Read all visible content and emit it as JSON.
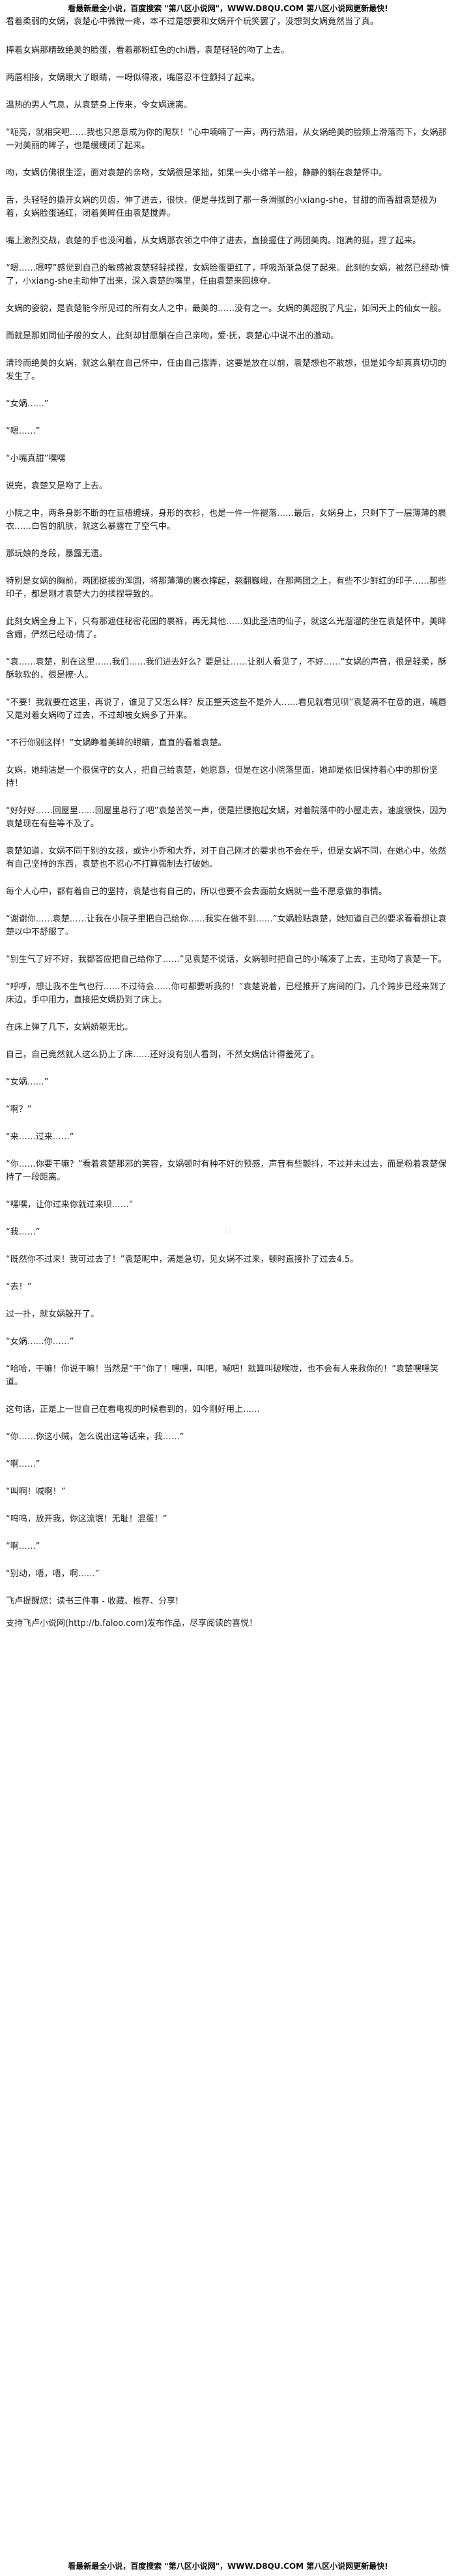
{
  "banner": {
    "top": "看最新最全小说，百度搜索 \"第八区小说网\"，WWW.D8QU.COM 第八区小说网更新最快!",
    "bottom": "看最新最全小说，百度搜索 \"第八区小说网\"，WWW.D8QU.COM 第八区小说网更新最快!"
  },
  "paragraphs": [
    "看着柔弱的女娲，袁楚心中微微一疼，本不过是想要和女娲开个玩笑罢了，没想到女娲竟然当了真。",
    "捧着女娲那精致绝美的脸蛋，看着那粉红色的chi唇，袁楚轻轻的吻了上去。",
    "两唇相接，女娲眼大了眼睛，一呀似得液，嘴唇忍不住颤抖了起来。",
    "温热的男人气息，从袁楚身上传来，令女娲迷离。",
    "“呃亮，就相突吧……我也只愿意成为你的爬灰！”心中喃喃了一声，两行热泪，从女娲绝美的脸颊上滑落而下，女娲那一对美丽的眸子，也是缓缓闭了起来。",
    "吻，女娲仿佛很生涩，面对袁楚的亲吻，女娲很是笨拙，如果一头小绵羊一般，静静的躺在袁楚怀中。",
    "舌，头轻轻的撬开女娲的贝齿，伸了进去，很快，便是寻找到了那一条滑腻的小xiang-she，甘甜的而香甜袁楚极为着，女娲脸蛋通红，闭着美眸任由袁楚搅弄。",
    "嘴上激烈交战，袁楚的手也没闲着，从女娲那衣领之中伸了进去，直接握住了两团美肉。饱满的挺，捏了起来。",
    "“嗯……嗯哼”感觉到自己的敏感被袁楚轻轻揉捏，女娲脸蛋更红了，呼吸渐渐急促了起来。此刻的女娲，被然已经动·情了，小xiang-she主动伸了出来，深入袁楚的嘴里，任由袁楚来回掠夺。",
    "女娲的姿貌，是袁楚能今所见过的所有女人之中，最美的……没有之一。女娲的美超脱了凡尘，如同天上的仙女一般。",
    "而就是那如同仙子般的女人，此刻却甘愿躺在自己亲吻，爱·抚，袁楚心中说不出的激动。",
    "清玲而绝美的女娲，就这么躺在自己怀中，任由自己摆弄，这要是放在以前，袁楚想也不敢想，但是如今却真真切切的发生了。",
    "“女娲……”",
    "“嗯……”",
    "“小嘴真甜”嘿嘿",
    "说完，袁楚又是吻了上去。",
    "小院之中，两条身影不断的在亘梧缠绕，身形的衣衫，也是一件一件褪落……最后，女娲身上，只剩下了一层薄薄的裹衣……白皙的肌肤，就这么暴露在了空气中。",
    "那玩娘的身段，暴露无遗。",
    "特别是女娲的胸前，两团挺拔的浑圆，将那薄薄的裹衣撑起，翘翻巍峨，在那两团之上，有些不少鲜红的印子……那些印子，都是刚才袁楚大力的揉捏导致的。",
    "此刻女娲全身上下，只有那遮住秘密花园的裹裤，再无其他……如此圣洁的仙子，就这么光溜溜的坐在袁楚怀中，美眸含媚，俨然已经动·情了。",
    "“袁……袁楚，别在这里……我们……我们进去好么？要是让……让别人看见了，不好……”女娲的声音，很是轻柔，酥酥软软的，很是撩·人。",
    "“不要！我就要在这里，再说了，谁见了又怎么样？反正整天这些不是外人……看见就看见呗”袁楚满不在意的道，嘴唇又是对着女娲吻了过去，不过却被女娲多了开来。",
    "“不行你别这样！”女娲睁着美眸的眼睛，直直的看着袁楚。",
    "女娲，她纯洁是一个很保守的女人，把自己给袁楚，她愿意，但是在这小院落里面，她却是依旧保持着心中的那份坚持！",
    "“好好好……回屋里……回屋里总行了吧”袁楚苦笑一声，便是拦腰抱起女娲，对着院落中的小屋走去，速度很快，因为袁楚现在有些等不及了。",
    "袁楚知道，女娲不同于别的女孩，或许小乔和大乔，对于自己刚才的要求也不会在乎，但是女娲不同，在她心中，依然有自己坚持的东西，袁楚也不忍心不打算强制去打破她。",
    "每个人心中，都有着自己的坚持，袁楚也有自己的，所以也要不会去面前女娲就一些不愿意做的事情。",
    "“谢谢你……袁楚……让我在小院子里把自己给你……我实在做不到……”女娲脸贴袁楚，她知道自己的要求看看想让袁楚以中不舒服了。",
    "“别生气了好不好，我都答应把自己给你了……”见袁楚不说话，女娲顿时把自己的小嘴凑了上去，主动吻了袁楚一下。",
    "“呼呼，想让我不生气也行……不过待会……你可都要听我的！”袁楚说着，已经推开了房间的门，几个跨步已经来到了床边，手中用力，直接把女娲扔到了床上。",
    "在床上弹了几下，女娲娇躯无比。",
    "自己，自己竟然就人这么扔上了床……还好没有别人看到，不然女娲估计得羞死了。",
    "“女娲……”",
    "“啊？”",
    "“来……过来……”",
    "“你……你要干嘛？”看着袁楚那邪的笑容，女娲顿时有种不好的预感，声音有些颤抖，不过并未过去，而是粉着袁楚保持了一段距离。",
    "“嘿嘿，让你过来你就过来呗……”",
    "“我……”",
    "“既然你不过来！我可过去了！”袁楚昵中，满是急切，见女娲不过来，顿时直接扑了过去4.5。",
    "“去！”",
    "过一扑，就女娲躲开了。",
    "“女娲……你……”",
    "“哈哈，干嘛！你说干嘛！当然是“干”你了！嘿嘿，叫吧，喊吧！就算叫破喉咙，也不会有人来救你的！”袁楚嘿嘿笑道。",
    "这句话，正是上一世自己在看电视的时候看到的，如今刚好用上……",
    "“你……你这小贼，怎么说出这等话来，我……”",
    "“啊……”",
    "“叫啊！喊啊！”",
    "“呜呜，放开我，你这流氓！无耻！混蛋！”",
    "“啊……”",
    "“别动，唔，唔，啊……”",
    "飞卢提醒您：读书三件事 - 收藏、推荐、分享!",
    "支持飞卢小说网(http://b.faloo.com)发布作品，尽享阅读的喜悦！"
  ],
  "watermark": "ks"
}
